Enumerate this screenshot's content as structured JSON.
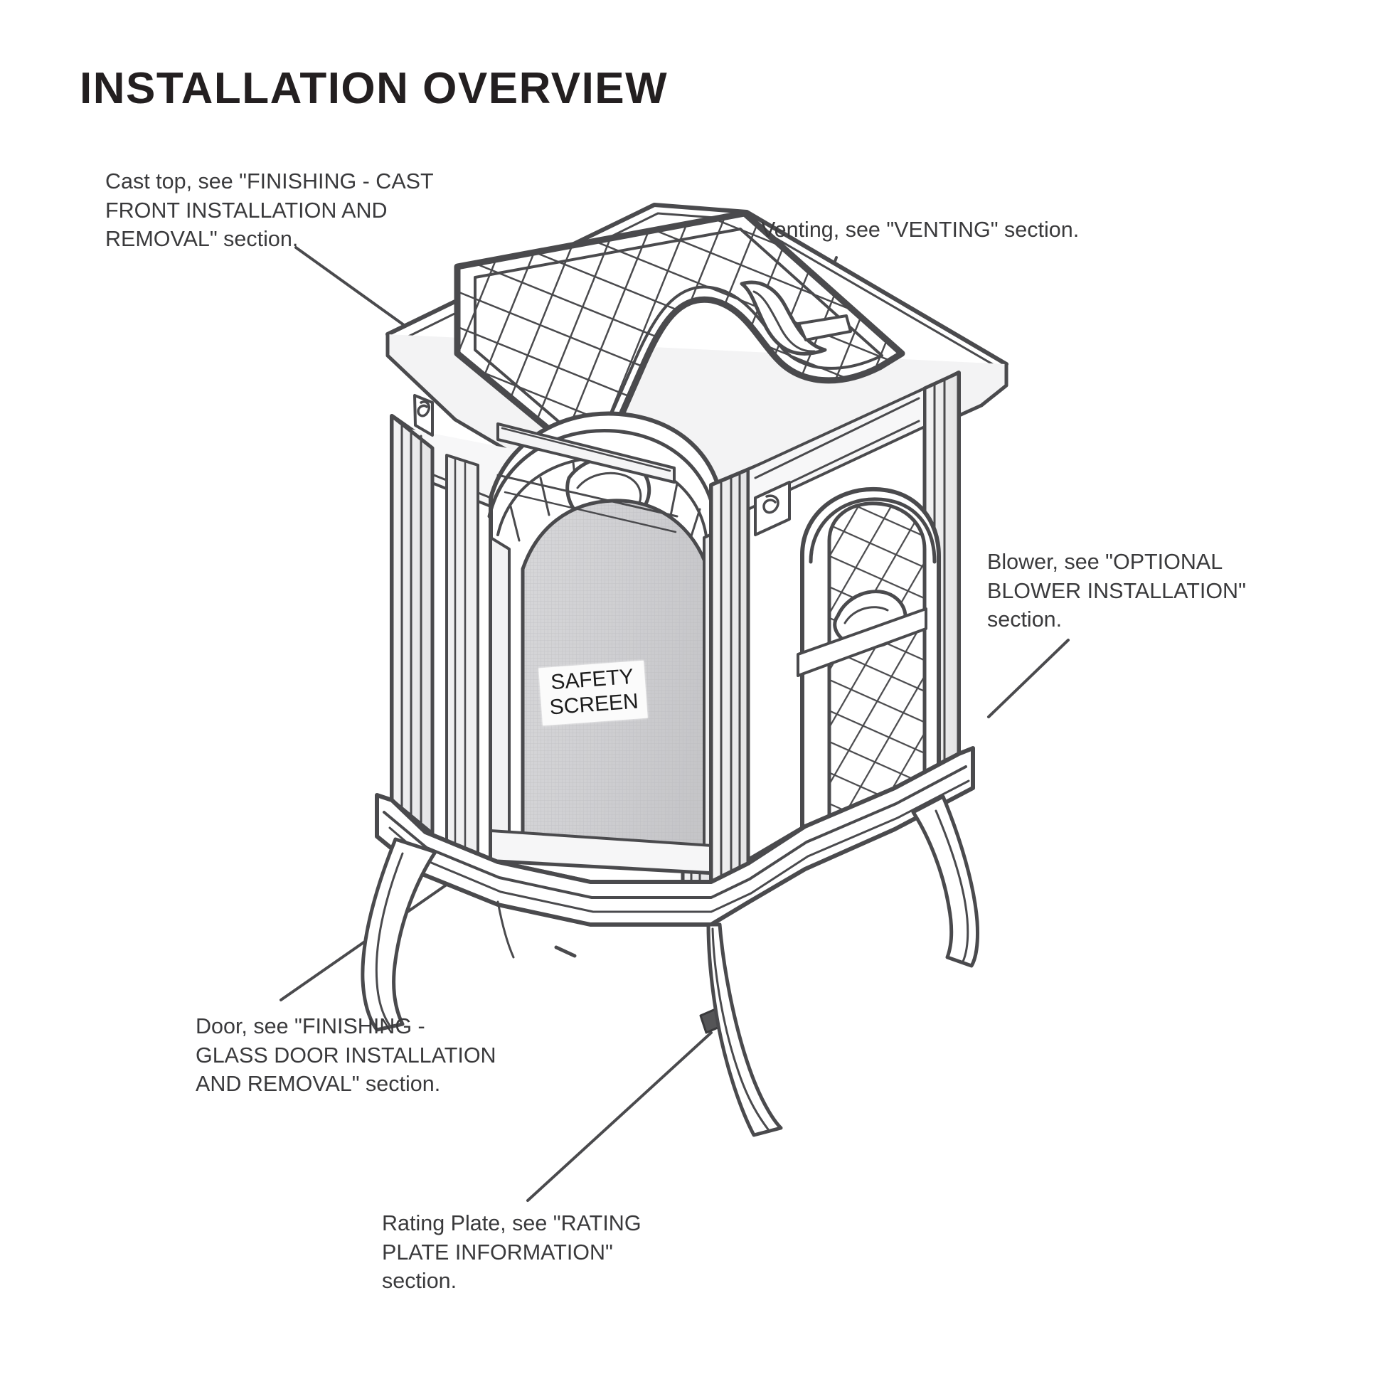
{
  "page": {
    "title": "INSTALLATION OVERVIEW",
    "background_color": "#ffffff",
    "ink_color": "#3a3a3c"
  },
  "callouts": {
    "cast_top": "Cast top, see \"FINISHING - CAST FRONT INSTALLATION AND REMOVAL\" section.",
    "venting": "Venting, see \"VENTING\" section.",
    "blower": "Blower, see \"OPTIONAL BLOWER INSTALLATION\" section.",
    "door": "Door, see \"FINISHING - GLASS DOOR INSTALLATION AND REMOVAL\" section.",
    "rating_plate": "Rating Plate, see \"RATING PLATE INFORMATION\" section."
  },
  "diagram": {
    "subject": "gas stove line drawing, three-quarter isometric view",
    "safety_screen_label": "SAFETY\nSCREEN",
    "parts": [
      "cast top with diamond lattice grille",
      "flue collar / venting outlet",
      "cast front with arched glass door",
      "safety screen behind glass",
      "side panel with diamond lattice window",
      "optional blower location on rear lower side",
      "rating plate under the base",
      "four cabriole cast legs"
    ]
  }
}
